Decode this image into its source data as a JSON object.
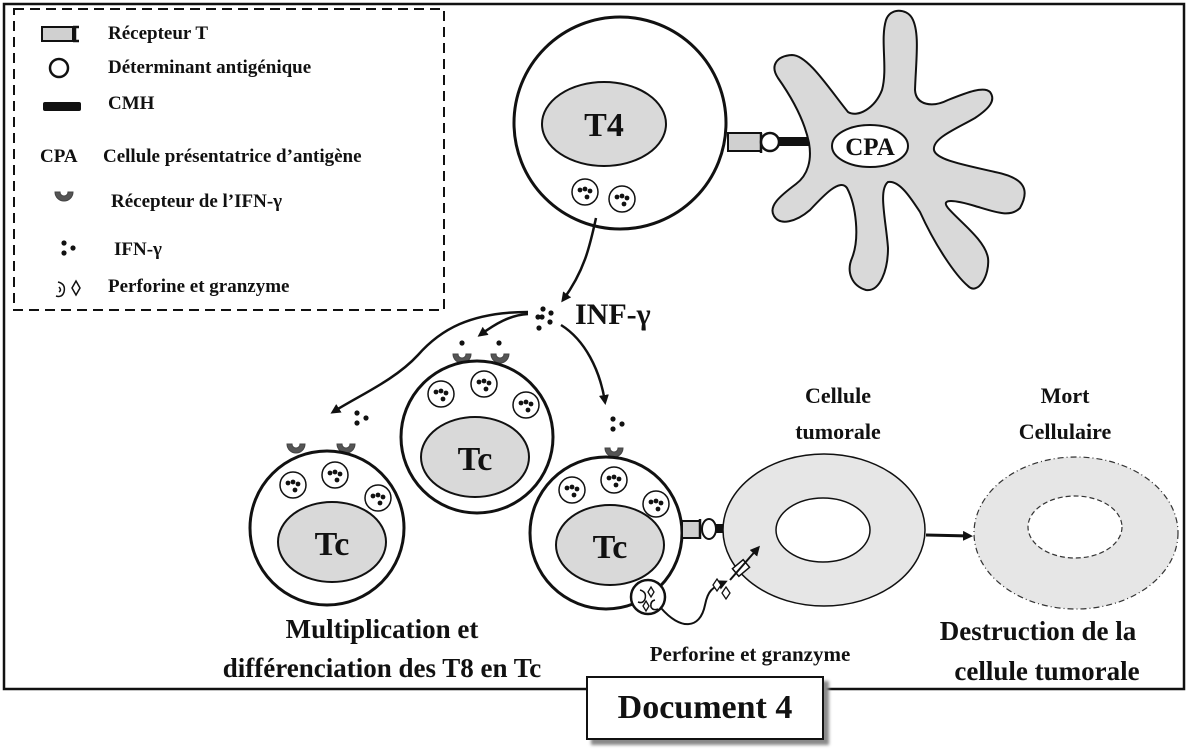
{
  "legend": {
    "items": [
      {
        "icon": "t-receptor-icon",
        "label": "Récepteur T"
      },
      {
        "icon": "antigen-determinant-icon",
        "label": "Déterminant antigénique"
      },
      {
        "icon": "mhc-icon",
        "label": "CMH"
      },
      {
        "icon": "cpa-abbrev",
        "abbrev": "CPA",
        "label": "Cellule présentatrice d’antigène"
      },
      {
        "icon": "ifn-receptor-icon",
        "label": "Récepteur de l’IFN-γ"
      },
      {
        "icon": "ifn-dots-icon",
        "label": "IFN-γ"
      },
      {
        "icon": "perforin-granzyme-icon",
        "label": "Perforine et granzyme"
      }
    ]
  },
  "cells": {
    "t4": "T4",
    "cpa": "CPA",
    "tc1": "Tc",
    "tc2": "Tc",
    "tc3": "Tc"
  },
  "labels": {
    "inf": "INF-γ",
    "tumor_line1": "Cellule",
    "tumor_line2": "tumorale",
    "death_line1": "Mort",
    "death_line2": "Cellulaire",
    "multiplication_line1": "Multiplication et",
    "multiplication_line2": "différenciation des T8 en Tc",
    "perforin": "Perforine et granzyme",
    "destruction_line1": "Destruction de la",
    "destruction_line2": "cellule tumorale"
  },
  "colors": {
    "cell_fill": "#d9d9d9",
    "receptor_ifn": "#555555",
    "stroke": "#111111"
  },
  "document_title": "Document 4"
}
